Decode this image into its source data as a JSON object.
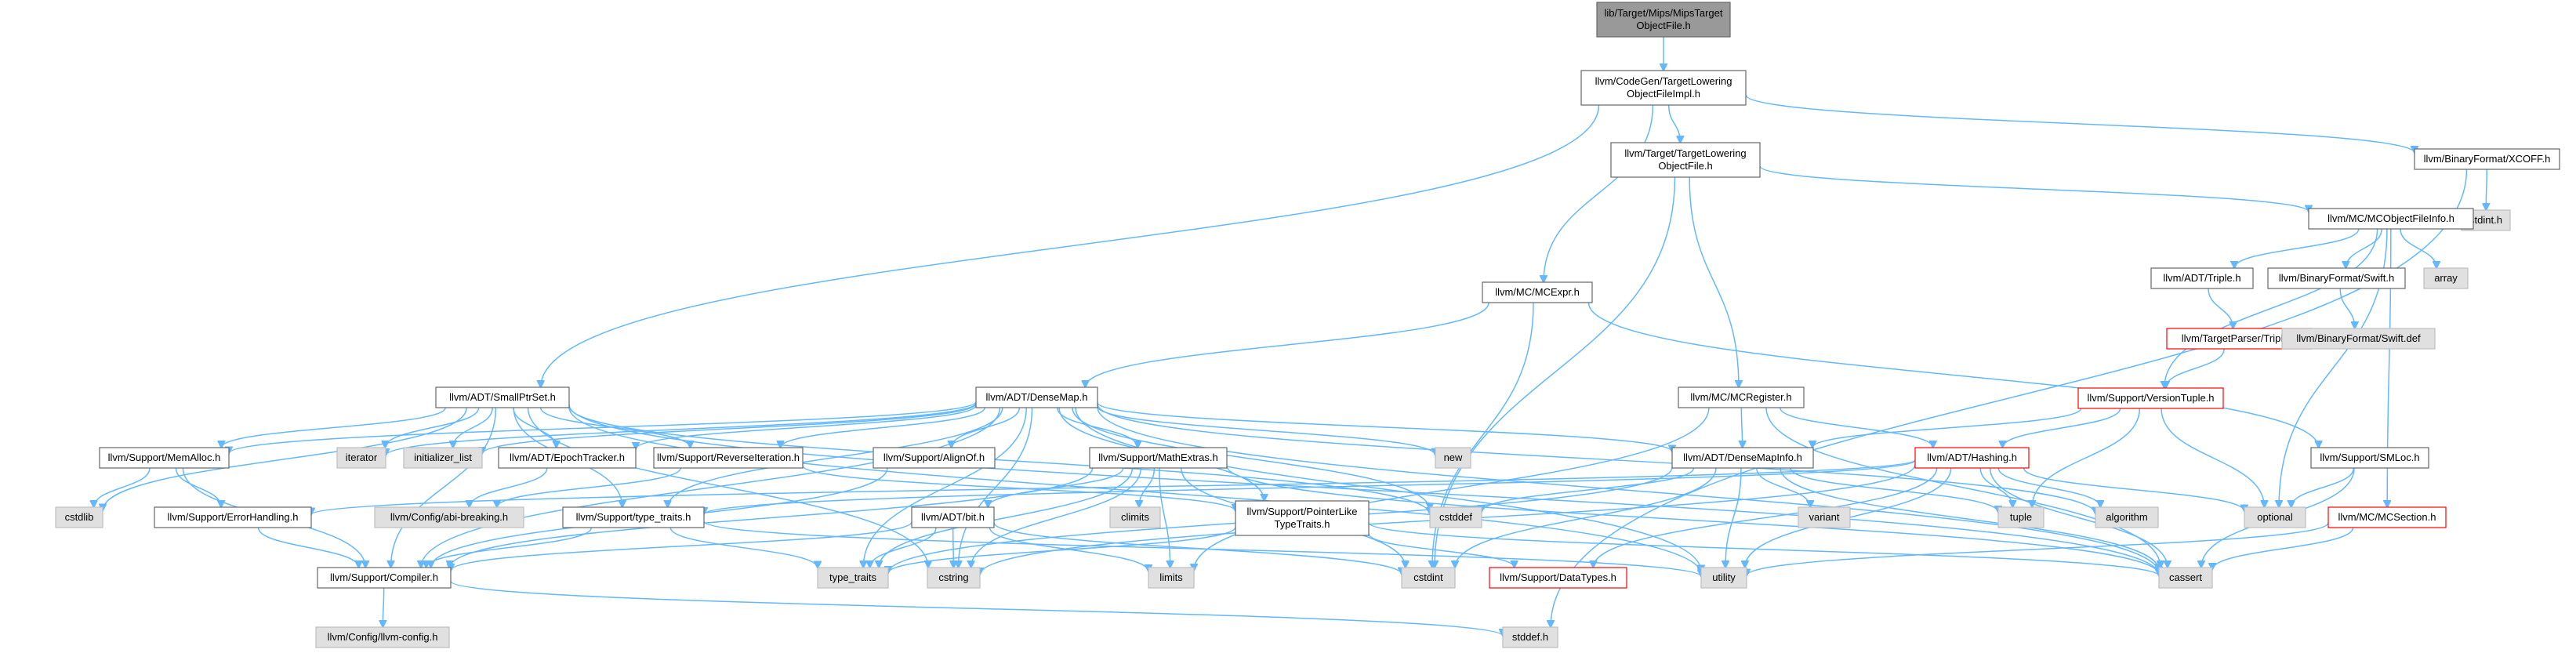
{
  "colors": {
    "edge": "#63b8ff",
    "root_fill": "#999999",
    "normal_fill": "#ffffff",
    "system_fill": "#e0e0e0",
    "missing_border": "#ff0000",
    "border": "#666666"
  },
  "nodes": [
    {
      "id": "root",
      "lines": [
        "lib/Target/Mips/MipsTarget",
        "ObjectFile.h"
      ],
      "kind": "root"
    },
    {
      "id": "tlofimpl",
      "lines": [
        "llvm/CodeGen/TargetLowering",
        "ObjectFileImpl.h"
      ],
      "kind": "normal"
    },
    {
      "id": "tlof",
      "lines": [
        "llvm/Target/TargetLowering",
        "ObjectFile.h"
      ],
      "kind": "normal"
    },
    {
      "id": "xcoff",
      "lines": [
        "llvm/BinaryFormat/XCOFF.h"
      ],
      "kind": "normal"
    },
    {
      "id": "stdint_h",
      "lines": [
        "stdint.h"
      ],
      "kind": "system"
    },
    {
      "id": "mcobjfileinfo",
      "lines": [
        "llvm/MC/MCObjectFileInfo.h"
      ],
      "kind": "normal"
    },
    {
      "id": "adt_triple",
      "lines": [
        "llvm/ADT/Triple.h"
      ],
      "kind": "normal"
    },
    {
      "id": "bf_swift",
      "lines": [
        "llvm/BinaryFormat/Swift.h"
      ],
      "kind": "normal"
    },
    {
      "id": "array",
      "lines": [
        "array"
      ],
      "kind": "system"
    },
    {
      "id": "tp_triple",
      "lines": [
        "llvm/TargetParser/Triple.h"
      ],
      "kind": "missing"
    },
    {
      "id": "swift_def",
      "lines": [
        "llvm/BinaryFormat/Swift.def"
      ],
      "kind": "system"
    },
    {
      "id": "mcexpr",
      "lines": [
        "llvm/MC/MCExpr.h"
      ],
      "kind": "normal"
    },
    {
      "id": "versiontuple",
      "lines": [
        "llvm/Support/VersionTuple.h"
      ],
      "kind": "missing"
    },
    {
      "id": "smallptrset",
      "lines": [
        "llvm/ADT/SmallPtrSet.h"
      ],
      "kind": "normal"
    },
    {
      "id": "densemap",
      "lines": [
        "llvm/ADT/DenseMap.h"
      ],
      "kind": "normal"
    },
    {
      "id": "mcregister",
      "lines": [
        "llvm/MC/MCRegister.h"
      ],
      "kind": "normal"
    },
    {
      "id": "hashing",
      "lines": [
        "llvm/ADT/Hashing.h"
      ],
      "kind": "missing"
    },
    {
      "id": "smloc",
      "lines": [
        "llvm/Support/SMLoc.h"
      ],
      "kind": "normal"
    },
    {
      "id": "memalloc",
      "lines": [
        "llvm/Support/MemAlloc.h"
      ],
      "kind": "normal"
    },
    {
      "id": "iterator",
      "lines": [
        "iterator"
      ],
      "kind": "system"
    },
    {
      "id": "initlist",
      "lines": [
        "initializer_list"
      ],
      "kind": "system"
    },
    {
      "id": "epochtracker",
      "lines": [
        "llvm/ADT/EpochTracker.h"
      ],
      "kind": "normal"
    },
    {
      "id": "reverseiter",
      "lines": [
        "llvm/Support/ReverseIteration.h"
      ],
      "kind": "normal"
    },
    {
      "id": "alignof",
      "lines": [
        "llvm/Support/AlignOf.h"
      ],
      "kind": "normal"
    },
    {
      "id": "mathextras",
      "lines": [
        "llvm/Support/MathExtras.h"
      ],
      "kind": "normal"
    },
    {
      "id": "new",
      "lines": [
        "new"
      ],
      "kind": "system"
    },
    {
      "id": "densemapinfo",
      "lines": [
        "llvm/ADT/DenseMapInfo.h"
      ],
      "kind": "normal"
    },
    {
      "id": "cstdlib",
      "lines": [
        "cstdlib"
      ],
      "kind": "system"
    },
    {
      "id": "errorhandling",
      "lines": [
        "llvm/Support/ErrorHandling.h"
      ],
      "kind": "normal"
    },
    {
      "id": "abibreaking",
      "lines": [
        "llvm/Config/abi-breaking.h"
      ],
      "kind": "system"
    },
    {
      "id": "typetraits_h",
      "lines": [
        "llvm/Support/type_traits.h"
      ],
      "kind": "normal"
    },
    {
      "id": "climits",
      "lines": [
        "climits"
      ],
      "kind": "system"
    },
    {
      "id": "adt_bit",
      "lines": [
        "llvm/ADT/bit.h"
      ],
      "kind": "normal"
    },
    {
      "id": "pointerlike",
      "lines": [
        "llvm/Support/PointerLike",
        "TypeTraits.h"
      ],
      "kind": "normal"
    },
    {
      "id": "cstddef",
      "lines": [
        "cstddef"
      ],
      "kind": "system"
    },
    {
      "id": "variant",
      "lines": [
        "variant"
      ],
      "kind": "system"
    },
    {
      "id": "tuple",
      "lines": [
        "tuple"
      ],
      "kind": "system"
    },
    {
      "id": "algorithm",
      "lines": [
        "algorithm"
      ],
      "kind": "system"
    },
    {
      "id": "optional",
      "lines": [
        "optional"
      ],
      "kind": "system"
    },
    {
      "id": "mcsection",
      "lines": [
        "llvm/MC/MCSection.h"
      ],
      "kind": "missing"
    },
    {
      "id": "compiler",
      "lines": [
        "llvm/Support/Compiler.h"
      ],
      "kind": "normal"
    },
    {
      "id": "type_traits",
      "lines": [
        "type_traits"
      ],
      "kind": "system"
    },
    {
      "id": "cstring",
      "lines": [
        "cstring"
      ],
      "kind": "system"
    },
    {
      "id": "limits",
      "lines": [
        "limits"
      ],
      "kind": "system"
    },
    {
      "id": "cstdint",
      "lines": [
        "cstdint"
      ],
      "kind": "system"
    },
    {
      "id": "datatypes",
      "lines": [
        "llvm/Support/DataTypes.h"
      ],
      "kind": "missing"
    },
    {
      "id": "utility",
      "lines": [
        "utility"
      ],
      "kind": "system"
    },
    {
      "id": "cassert",
      "lines": [
        "cassert"
      ],
      "kind": "system"
    },
    {
      "id": "llvmconfig",
      "lines": [
        "llvm/Config/llvm-config.h"
      ],
      "kind": "system"
    },
    {
      "id": "stddef_h",
      "lines": [
        "stddef.h"
      ],
      "kind": "system"
    }
  ],
  "edges": [
    [
      "root",
      "tlofimpl"
    ],
    [
      "tlofimpl",
      "tlof"
    ],
    [
      "tlofimpl",
      "xcoff"
    ],
    [
      "tlofimpl",
      "mcexpr"
    ],
    [
      "tlofimpl",
      "smallptrset"
    ],
    [
      "xcoff",
      "stdint_h"
    ],
    [
      "xcoff",
      "stddef_h"
    ],
    [
      "tlof",
      "mcobjfileinfo"
    ],
    [
      "tlof",
      "mcregister"
    ],
    [
      "tlof",
      "cstdint"
    ],
    [
      "mcobjfileinfo",
      "adt_triple"
    ],
    [
      "mcobjfileinfo",
      "bf_swift"
    ],
    [
      "mcobjfileinfo",
      "array"
    ],
    [
      "mcobjfileinfo",
      "versiontuple"
    ],
    [
      "mcobjfileinfo",
      "mcsection"
    ],
    [
      "mcobjfileinfo",
      "optional"
    ],
    [
      "adt_triple",
      "tp_triple"
    ],
    [
      "bf_swift",
      "swift_def"
    ],
    [
      "tp_triple",
      "versiontuple"
    ],
    [
      "versiontuple",
      "densemapinfo"
    ],
    [
      "versiontuple",
      "hashing"
    ],
    [
      "versiontuple",
      "optional"
    ],
    [
      "versiontuple",
      "tuple"
    ],
    [
      "mcexpr",
      "densemap"
    ],
    [
      "mcexpr",
      "smloc"
    ],
    [
      "mcexpr",
      "cstdint"
    ],
    [
      "mcregister",
      "densemapinfo"
    ],
    [
      "mcregister",
      "hashing"
    ],
    [
      "mcregister",
      "cassert"
    ],
    [
      "mcregister",
      "limits"
    ],
    [
      "smloc",
      "optional"
    ],
    [
      "smloc",
      "cassert"
    ],
    [
      "mcsection",
      "cassert"
    ],
    [
      "mcsection",
      "utility"
    ],
    [
      "smallptrset",
      "memalloc"
    ],
    [
      "smallptrset",
      "iterator"
    ],
    [
      "smallptrset",
      "initlist"
    ],
    [
      "smallptrset",
      "epochtracker"
    ],
    [
      "smallptrset",
      "reverseiter"
    ],
    [
      "smallptrset",
      "typetraits_h"
    ],
    [
      "smallptrset",
      "cstdlib"
    ],
    [
      "smallptrset",
      "cstddef"
    ],
    [
      "smallptrset",
      "cstring"
    ],
    [
      "smallptrset",
      "utility"
    ],
    [
      "smallptrset",
      "cassert"
    ],
    [
      "smallptrset",
      "compiler"
    ],
    [
      "densemap",
      "densemapinfo"
    ],
    [
      "densemap",
      "epochtracker"
    ],
    [
      "densemap",
      "alignof"
    ],
    [
      "densemap",
      "mathextras"
    ],
    [
      "densemap",
      "memalloc"
    ],
    [
      "densemap",
      "reverseiter"
    ],
    [
      "densemap",
      "typetraits_h"
    ],
    [
      "densemap",
      "iterator"
    ],
    [
      "densemap",
      "initlist"
    ],
    [
      "densemap",
      "new"
    ],
    [
      "densemap",
      "cstddef"
    ],
    [
      "densemap",
      "algorithm"
    ],
    [
      "densemap",
      "cassert"
    ],
    [
      "densemap",
      "utility"
    ],
    [
      "densemap",
      "compiler"
    ],
    [
      "densemap",
      "type_traits"
    ],
    [
      "densemap",
      "cstring"
    ],
    [
      "densemap",
      "pointerlike"
    ],
    [
      "memalloc",
      "cstdlib"
    ],
    [
      "memalloc",
      "errorhandling"
    ],
    [
      "memalloc",
      "compiler"
    ],
    [
      "epochtracker",
      "abibreaking"
    ],
    [
      "reverseiter",
      "abibreaking"
    ],
    [
      "reverseiter",
      "pointerlike"
    ],
    [
      "alignof",
      "compiler"
    ],
    [
      "mathextras",
      "adt_bit"
    ],
    [
      "mathextras",
      "compiler"
    ],
    [
      "mathextras",
      "climits"
    ],
    [
      "mathextras",
      "cstdint"
    ],
    [
      "mathextras",
      "cstring"
    ],
    [
      "mathextras",
      "limits"
    ],
    [
      "mathextras",
      "type_traits"
    ],
    [
      "mathextras",
      "cassert"
    ],
    [
      "densemapinfo",
      "cassert"
    ],
    [
      "densemapinfo",
      "cstddef"
    ],
    [
      "densemapinfo",
      "cstdint"
    ],
    [
      "densemapinfo",
      "tuple"
    ],
    [
      "densemapinfo",
      "type_traits"
    ],
    [
      "densemapinfo",
      "utility"
    ],
    [
      "densemapinfo",
      "variant"
    ],
    [
      "hashing",
      "errorhandling"
    ],
    [
      "hashing",
      "typetraits_h"
    ],
    [
      "hashing",
      "algorithm"
    ],
    [
      "hashing",
      "cassert"
    ],
    [
      "hashing",
      "cstring"
    ],
    [
      "hashing",
      "optional"
    ],
    [
      "hashing",
      "string_placeholder"
    ],
    [
      "hashing",
      "tuple"
    ],
    [
      "hashing",
      "utility"
    ],
    [
      "hashing",
      "datatypes"
    ],
    [
      "errorhandling",
      "compiler"
    ],
    [
      "typetraits_h",
      "compiler"
    ],
    [
      "typetraits_h",
      "type_traits"
    ],
    [
      "typetraits_h",
      "utility"
    ],
    [
      "adt_bit",
      "compiler"
    ],
    [
      "adt_bit",
      "cstdint"
    ],
    [
      "adt_bit",
      "limits"
    ],
    [
      "adt_bit",
      "type_traits"
    ],
    [
      "adt_bit",
      "cstring"
    ],
    [
      "pointerlike",
      "datatypes"
    ],
    [
      "pointerlike",
      "cassert"
    ],
    [
      "pointerlike",
      "type_traits"
    ],
    [
      "compiler",
      "llvmconfig"
    ],
    [
      "compiler",
      "stddef_h"
    ]
  ]
}
